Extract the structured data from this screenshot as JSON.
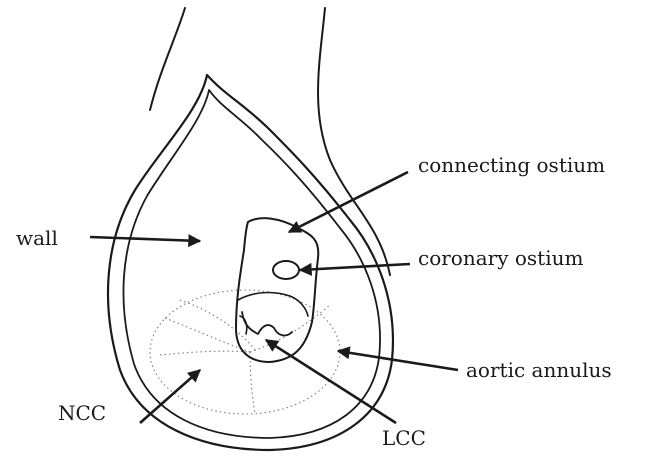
{
  "labels": {
    "wall": "wall",
    "connecting_ostium": "connecting ostium",
    "coronary_ostium": "coronary ostium",
    "aortic_annulus": "aortic annulus",
    "ncc": "NCC",
    "lcc": "LCC"
  },
  "colors": {
    "ink": "#1a1a1a",
    "dotted": "#7a7a7a",
    "background": "#ffffff"
  }
}
